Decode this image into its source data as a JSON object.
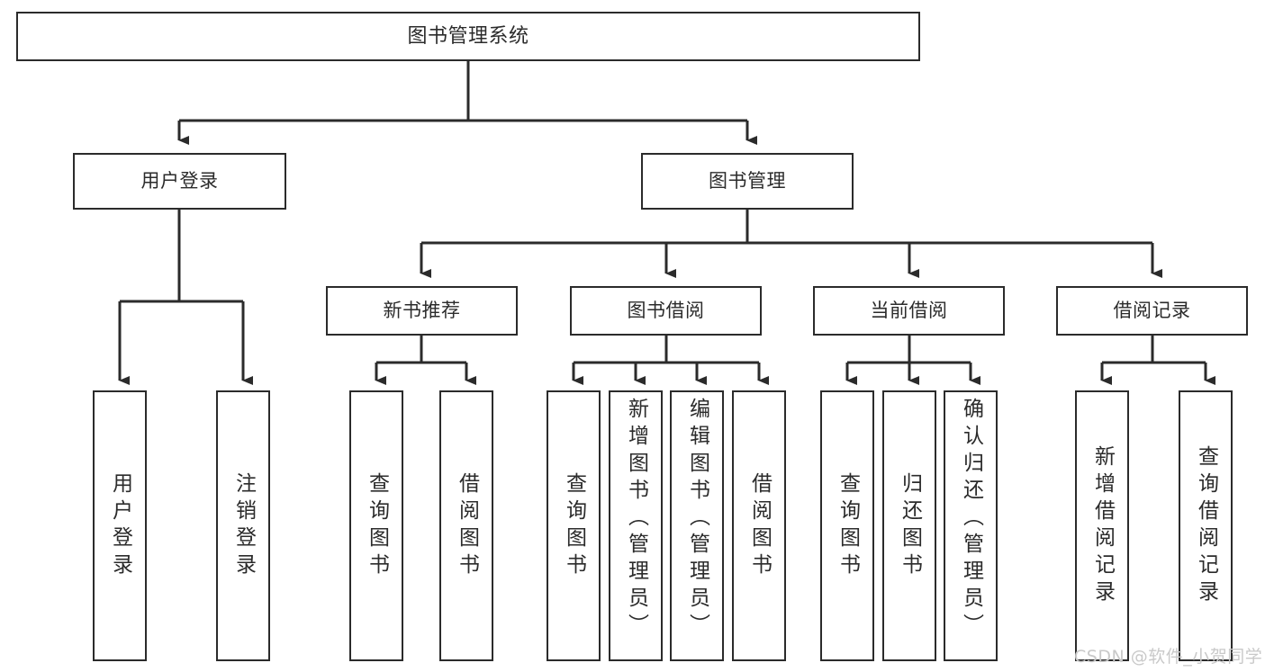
{
  "diagram": {
    "type": "hierarchy-tree",
    "title": "图书管理系统",
    "orientation": "top-down",
    "colors": {
      "box_border": "#2b2b2b",
      "box_fill": "#ffffff",
      "connector": "#2b2b2b",
      "background": "#ffffff",
      "watermark": "#c9c9c9"
    },
    "levels": 4
  },
  "nodes": {
    "root": {
      "label": "图书管理系统",
      "level": 0
    },
    "level1": [
      {
        "id": "user-login",
        "label": "用户登录",
        "level": 1
      },
      {
        "id": "book-manage",
        "label": "图书管理",
        "level": 1
      }
    ],
    "level2": [
      {
        "id": "new-book-rec",
        "label": "新书推荐",
        "parent": "book-manage",
        "level": 2
      },
      {
        "id": "book-borrow",
        "label": "图书借阅",
        "parent": "book-manage",
        "level": 2
      },
      {
        "id": "current-borrow",
        "label": "当前借阅",
        "parent": "book-manage",
        "level": 2
      },
      {
        "id": "borrow-record",
        "label": "借阅记录",
        "parent": "book-manage",
        "level": 2
      }
    ],
    "leaves": [
      {
        "id": "leaf-user-login",
        "label": "用户登录",
        "parent": "user-login",
        "centered": true
      },
      {
        "id": "leaf-logout",
        "label": "注销登录",
        "parent": "user-login",
        "centered": true
      },
      {
        "id": "leaf-query-book-1",
        "label": "查询图书",
        "parent": "new-book-rec",
        "centered": true
      },
      {
        "id": "leaf-borrow-book-1",
        "label": "借阅图书",
        "parent": "new-book-rec",
        "centered": true
      },
      {
        "id": "leaf-query-book-2",
        "label": "查询图书",
        "parent": "book-borrow",
        "centered": true
      },
      {
        "id": "leaf-add-book",
        "label": "新增图书（管理员）",
        "parent": "book-borrow",
        "centered": false
      },
      {
        "id": "leaf-edit-book",
        "label": "编辑图书（管理员）",
        "parent": "book-borrow",
        "centered": false
      },
      {
        "id": "leaf-borrow-book-2",
        "label": "借阅图书",
        "parent": "book-borrow",
        "centered": true
      },
      {
        "id": "leaf-query-book-3",
        "label": "查询图书",
        "parent": "current-borrow",
        "centered": true
      },
      {
        "id": "leaf-return-book",
        "label": "归还图书",
        "parent": "current-borrow",
        "centered": true
      },
      {
        "id": "leaf-confirm-return",
        "label": "确认归还（管理员）",
        "parent": "current-borrow",
        "centered": false
      },
      {
        "id": "leaf-add-record",
        "label": "新增借阅记录",
        "parent": "borrow-record",
        "centered": true
      },
      {
        "id": "leaf-query-record",
        "label": "查询借阅记录",
        "parent": "borrow-record",
        "centered": true
      }
    ]
  },
  "watermark": {
    "text": "CSDN @软件_小贺同学"
  }
}
